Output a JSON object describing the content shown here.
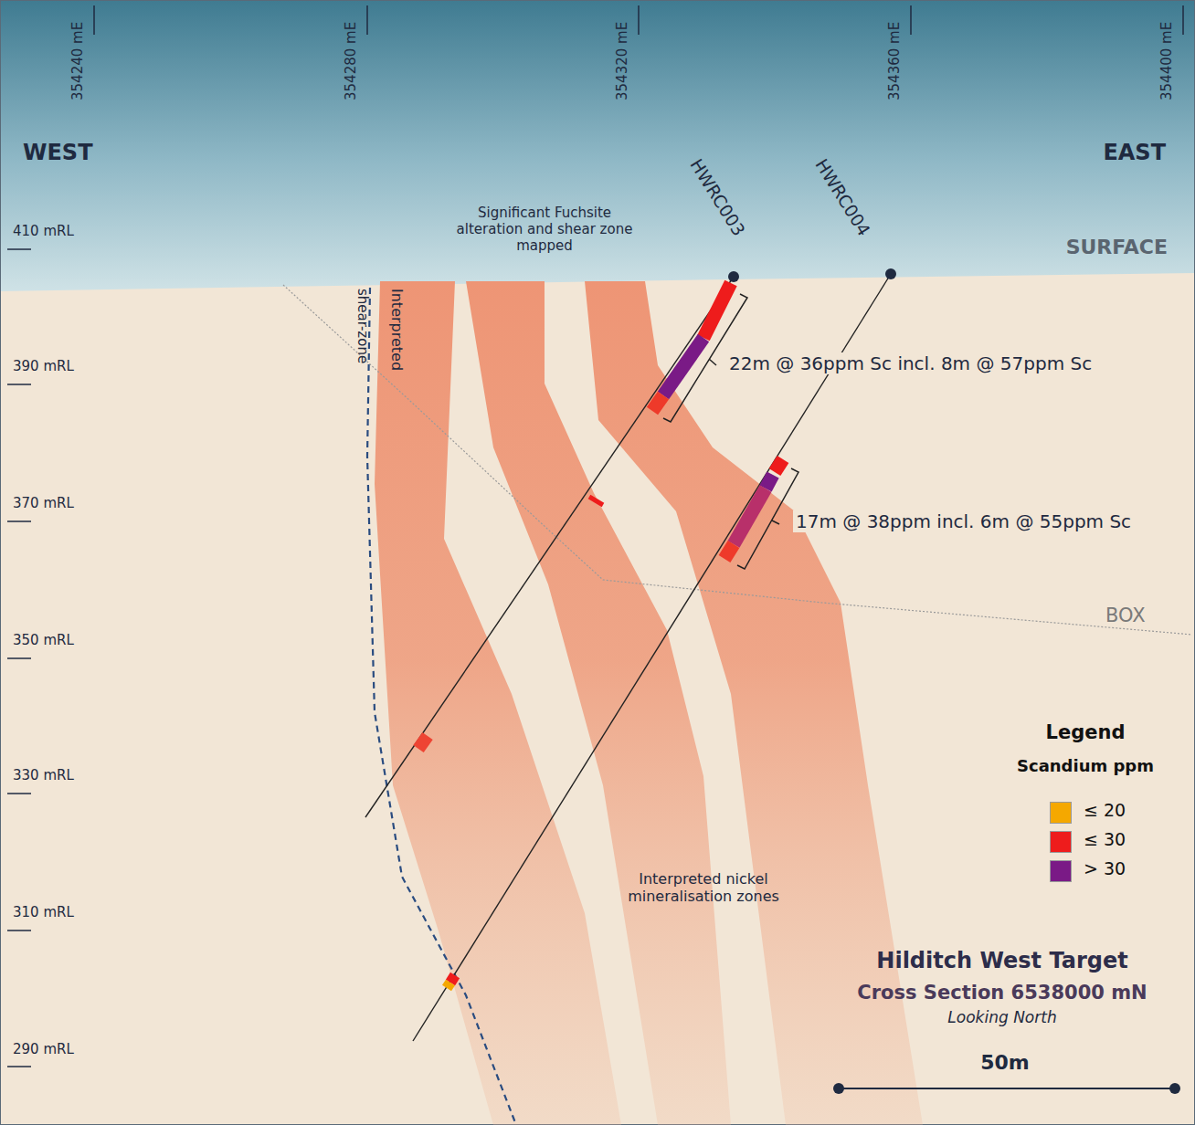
{
  "diagram": {
    "title": "Hilditch West Target",
    "labels": [
      "354240 mE",
      "354280 mE",
      "354320 mE",
      "354360 mE",
      "354400 mE",
      "WEST",
      "EAST",
      "410 mRL",
      "390 mRL",
      "370 mRL",
      "350 mRL",
      "330 mRL",
      "310 mRL",
      "290 mRL",
      "Significant Fuchsite alteration and shear zone mapped",
      "HWRC003",
      "HWRC004",
      "SURFACE",
      "22m @ 36ppm Sc incl. 8m @ 57ppm Sc",
      "17m @ 38ppm incl. 6m @ 55ppm Sc",
      "BOX",
      "Interpreted",
      "shear-zone",
      "Interpreted nickel mineralisation zones",
      "Cross Section 6538000 mN",
      "Looking North",
      "50m",
      "Legend",
      "Scandium ppm"
    ],
    "legend": [
      {
        "text": "≤ 20",
        "color": "#f5a800"
      },
      {
        "text": "≤ 30",
        "color": "#ee1c1c"
      },
      {
        "text": "> 30",
        "color": "#7a1a86"
      }
    ]
  }
}
